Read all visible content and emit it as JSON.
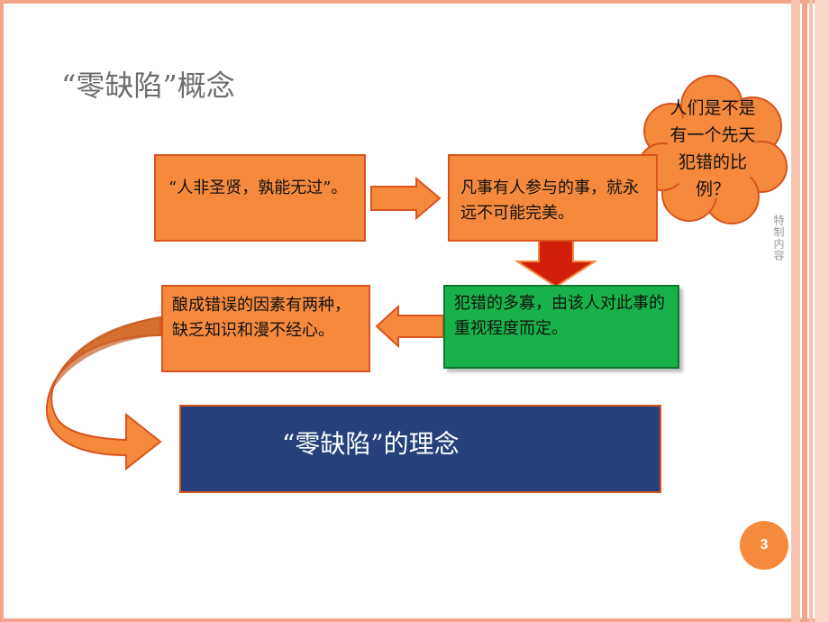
{
  "slide": {
    "title": "“零缺陷”概念",
    "side_label": "特制内容",
    "page_number": "3"
  },
  "nodes": {
    "saying": "“人非圣贤，孰能无过”。",
    "imperfect": "凡事有人参与的事，就永远不可能完美。",
    "cloud": "人们是不是有一个先天犯错的比例？",
    "amount": "犯错的多寡，由该人对此事的重视程度而定。",
    "causes": "酿成错误的因素有两种，缺乏知识和漫不经心。",
    "concept": "“零缺陷”的理念"
  },
  "colors": {
    "orange": "#f58a3d",
    "green": "#18b24a",
    "navy": "#25407a",
    "red_arrow": "#d21f0b",
    "frame": "#f2a58a"
  }
}
